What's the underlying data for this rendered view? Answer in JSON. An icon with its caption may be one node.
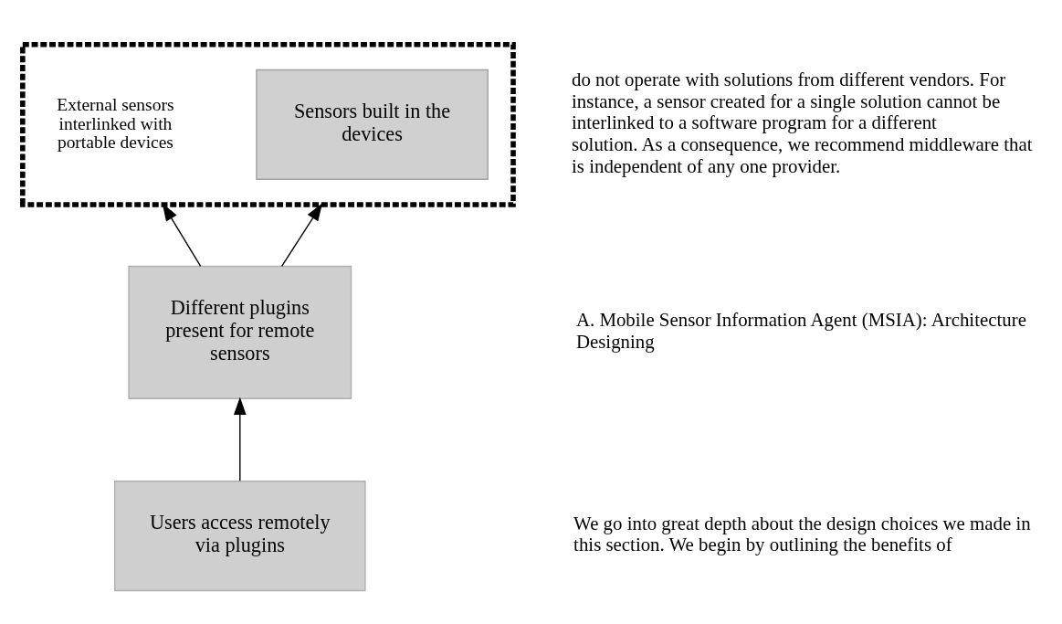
{
  "diagram": {
    "nodes": [
      {
        "text": [],
        "shape": "box"
      },
      {
        "text": [
          "Sensors built in the devices"
        ],
        "in": 0
      },
      {
        "text": [
          "External sensors interlinked with portable devices"
        ],
        "in": 0
      },
      {
        "text": [
          "Different plugins present for remote sensors"
        ]
      },
      {
        "text": [
          "Users access remotely via plugins"
        ]
      }
    ],
    "edges": [
      {
        "from": 3,
        "to": 0,
        "arrow": "to"
      },
      {
        "from": 3,
        "to": 0,
        "arrow": "to"
      },
      {
        "from": 4,
        "to": 3,
        "arrow": "to"
      }
    ],
    "labels": [
      "do not operate with solutions from different vendors. For instance, a sensor created for a single solution cannot be interlinked to a software program for a different solution. As a consequence, we recommend middleware that is independent of any one provider.",
      "A. Mobile Sensor Information Agent (MSIA): Architecture Designing",
      "We go into great depth about the design choices we made in this section. We begin by outlining the benefits of"
    ]
  }
}
